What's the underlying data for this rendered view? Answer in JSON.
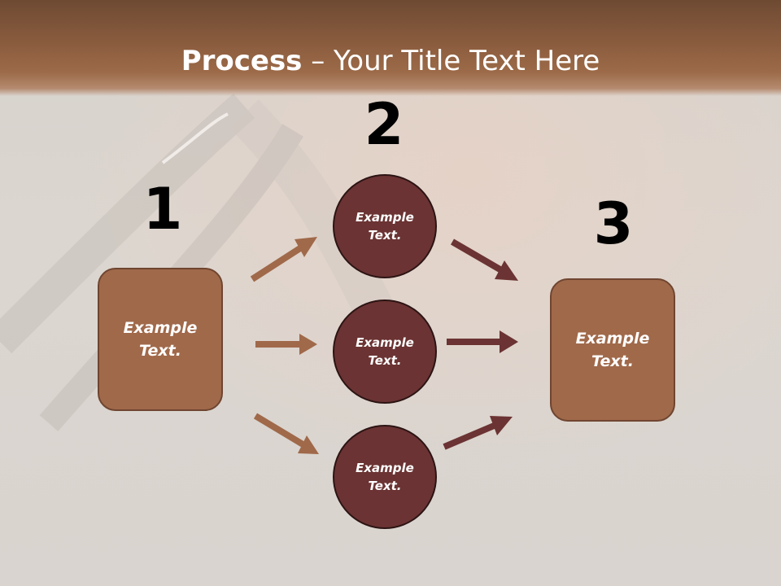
{
  "title": {
    "bold": "Process",
    "rest": " – Your Title Text Here"
  },
  "steps": [
    {
      "number": "1",
      "label": "Example\nText."
    },
    {
      "number": "2",
      "items": [
        {
          "label": "Example\nText."
        },
        {
          "label": "Example\nText."
        },
        {
          "label": "Example\nText."
        }
      ]
    },
    {
      "number": "3",
      "label": "Example\nText."
    }
  ],
  "colors": {
    "box_fill": "#a0694a",
    "circle_fill": "#6b3333",
    "arrow_light": "#a0694a",
    "arrow_dark": "#6b3333",
    "title_bar": "#8a5c3e"
  }
}
